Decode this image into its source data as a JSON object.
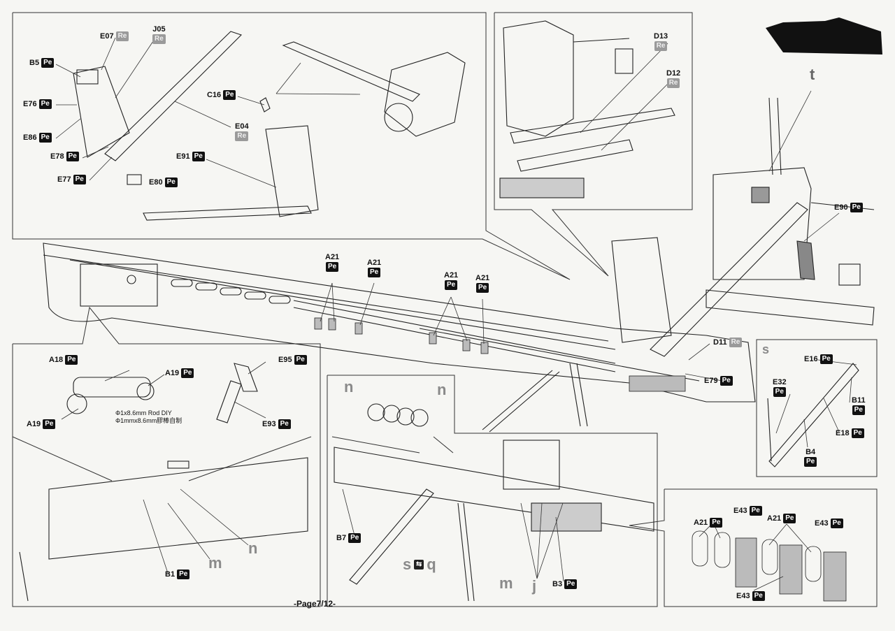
{
  "tag_pe": "Pe",
  "tag_re": "Re",
  "callouts": {
    "e07": "E07",
    "j05": "J05",
    "b5": "B5",
    "e76": "E76",
    "e86": "E86",
    "e78": "E78",
    "e77": "E77",
    "c16": "C16",
    "e04": "E04",
    "e91": "E91",
    "e80": "E80",
    "d13": "D13",
    "d12": "D12",
    "e90": "E90",
    "d11": "D11",
    "e79": "E79",
    "a21_1": "A21",
    "a21_2": "A21",
    "a21_3": "A21",
    "a21_4": "A21",
    "a18": "A18",
    "a19_right": "A19",
    "a19_left": "A19",
    "e95": "E95",
    "e93": "E93",
    "e16": "E16",
    "e32": "E32",
    "b11": "B11",
    "e18": "E18",
    "b4": "B4",
    "b7": "B7",
    "b3": "B3",
    "b1": "B1",
    "a21_5": "A21",
    "e43_1": "E43",
    "a21_6": "A21",
    "e43_2": "E43",
    "e43_3": "E43"
  },
  "step_letters": {
    "t": "t",
    "s_inset": "s",
    "n_inset_left": "n",
    "n_inset_right": "n",
    "n_lower_left": "n",
    "m_lower_left": "m",
    "m_lower_mid": "m",
    "j_lower_mid": "j",
    "s_symbol": "s",
    "q_symbol": "q"
  },
  "rod_note": {
    "line1": "Φ1x8.6mm Rod DIY",
    "line2": "Φ1mmx8.6mm膠棒自制"
  },
  "page_label": "-Page7/12-"
}
